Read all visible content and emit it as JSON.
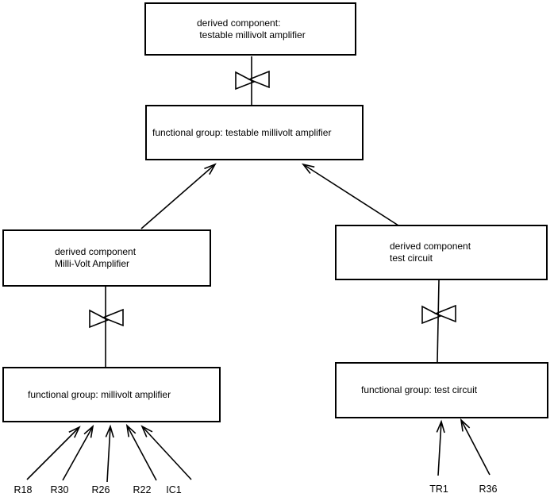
{
  "page": {
    "background_color": "#ffffff",
    "line_color": "#000000"
  },
  "boxes": {
    "top_derived": {
      "line1": "derived component:",
      "line2": " testable millivolt amplifier"
    },
    "top_functional": {
      "line1": "functional group: testable millivolt amplifier"
    },
    "left_derived": {
      "line1": "derived component",
      "line2": "Milli-Volt Amplifier"
    },
    "left_functional": {
      "line1": "functional group: millivolt amplifier"
    },
    "right_derived": {
      "line1": "derived component",
      "line2": "test circuit"
    },
    "right_functional": {
      "line1": "functional group: test circuit"
    }
  },
  "labels": {
    "r18": "R18",
    "r30": "R30",
    "r26": "R26",
    "r22": "R22",
    "ic1": "IC1",
    "tr1": "TR1",
    "r36": "R36"
  },
  "icons": {
    "bowtie": "decomposition-bowtie-icon"
  }
}
